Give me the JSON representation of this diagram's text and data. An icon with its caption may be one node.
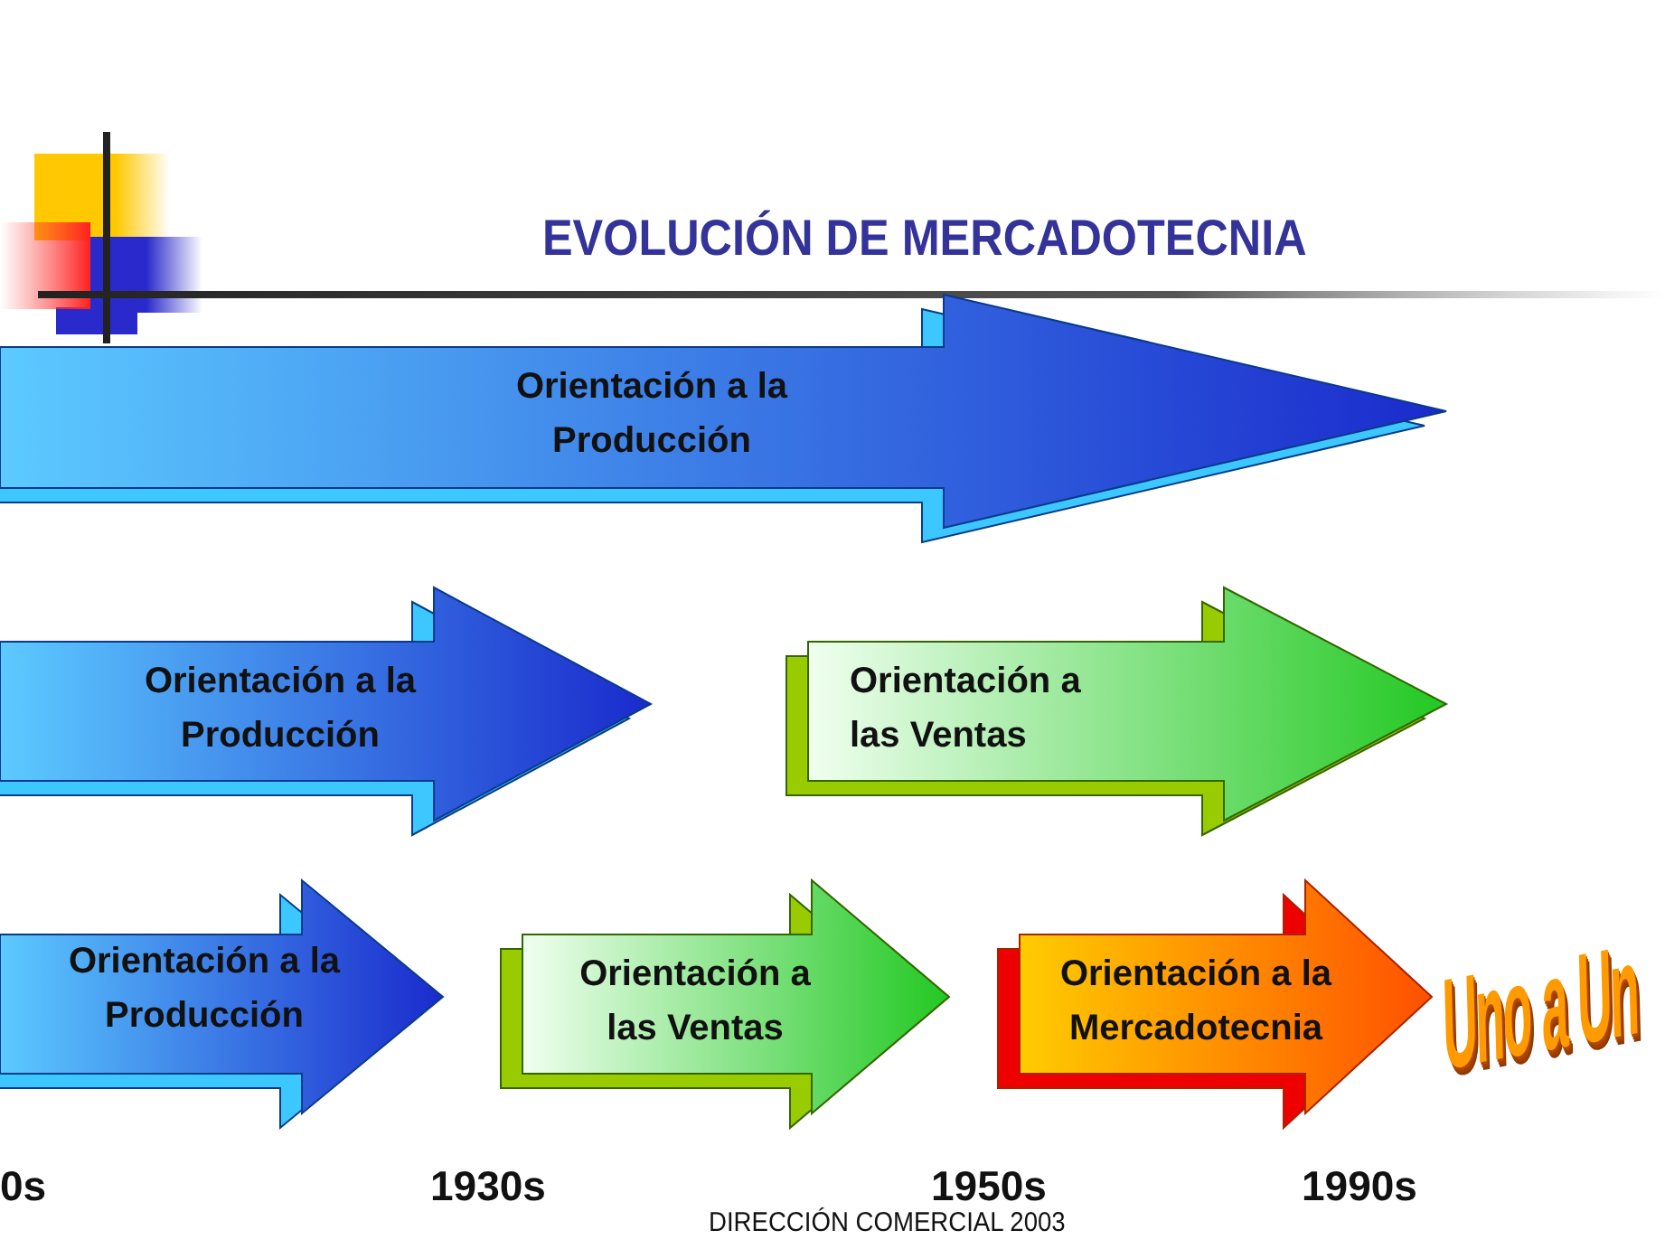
{
  "diagram": {
    "title": "EVOLUCIÓN DE MERCADOTECNIA",
    "nodes": [
      {
        "text": [
          "Orientación a la Producción"
        ]
      },
      {
        "text": [
          "Orientación a la Producción"
        ]
      },
      {
        "text": [
          "Orientación a las Ventas"
        ]
      },
      {
        "text": [
          "Orientación a la Producción"
        ]
      },
      {
        "text": [
          "Orientación a las Ventas"
        ]
      },
      {
        "text": [
          "Orientación a la Mercadotecnia"
        ]
      }
    ],
    "labels": [
      "Uno a Un",
      "0s",
      "1930s",
      "1950s",
      "1990s",
      "DIRECCIÓN COMERCIAL 2003"
    ]
  }
}
